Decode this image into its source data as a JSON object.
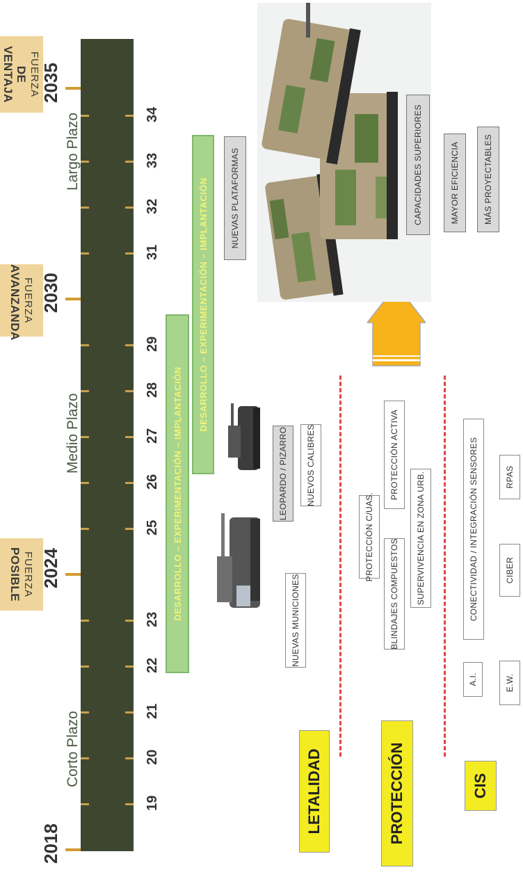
{
  "timeline": {
    "years": [
      "2018",
      "2024",
      "2030",
      "2035"
    ],
    "minor": [
      "19",
      "20",
      "21",
      "22",
      "23",
      "25",
      "26",
      "27",
      "28",
      "29",
      "31",
      "32",
      "33",
      "34"
    ]
  },
  "periods": [
    "Corto Plazo",
    "Medio Plazo",
    "Largo Plazo"
  ],
  "fuerzas": [
    {
      "line1": "FUERZA",
      "line2": "POSIBLE"
    },
    {
      "line1": "FUERZA",
      "line2": "AVANZANDA"
    },
    {
      "line1": "FUERZA",
      "line2": "DE VENTAJA"
    }
  ],
  "bands": [
    "DESARROLLO – EXPERIMENTACIÓN – IMPLANTACIÓN",
    "DESARROLLO – EXPERIMENTACIÓN – IMPLANTACIÓN"
  ],
  "categories": [
    "LETALIDAD",
    "PROTECCIÓN",
    "CIS"
  ],
  "letalidad": {
    "items": [
      "LEOPARDO / PIZARRO",
      "NUEVAS MUNICIONES",
      "NUEVOS CALIBRES"
    ]
  },
  "proteccion": {
    "items": [
      "PROTECCIÓN C/UAS.",
      "BLINDAJES COMPUESTOS",
      "PROTECCIÓN ACTIVA",
      "SUPERVIVENCIA EN ZONA URB."
    ]
  },
  "cis": {
    "items": [
      "A.I.",
      "CONECTIVIDAD / INTEGRACIÓN SENSORES",
      "E.W.",
      "CIBER",
      "RPAS"
    ]
  },
  "future": {
    "nuevas": "NUEVAS PLATAFORMAS",
    "items": [
      "CAPACIDADES SUPERIORES",
      "MAYOR EFICIENCIA",
      "MÁS PROYECTABLES"
    ]
  },
  "colors": {
    "bar": "#3e4630",
    "tick": "#d39b32",
    "fuerza": "#efd59b",
    "band": "#a8d58e",
    "bandText": "#f3f27a",
    "category": "#f4ec22",
    "dash": "#e04545",
    "arrow": "#f7b21c"
  }
}
